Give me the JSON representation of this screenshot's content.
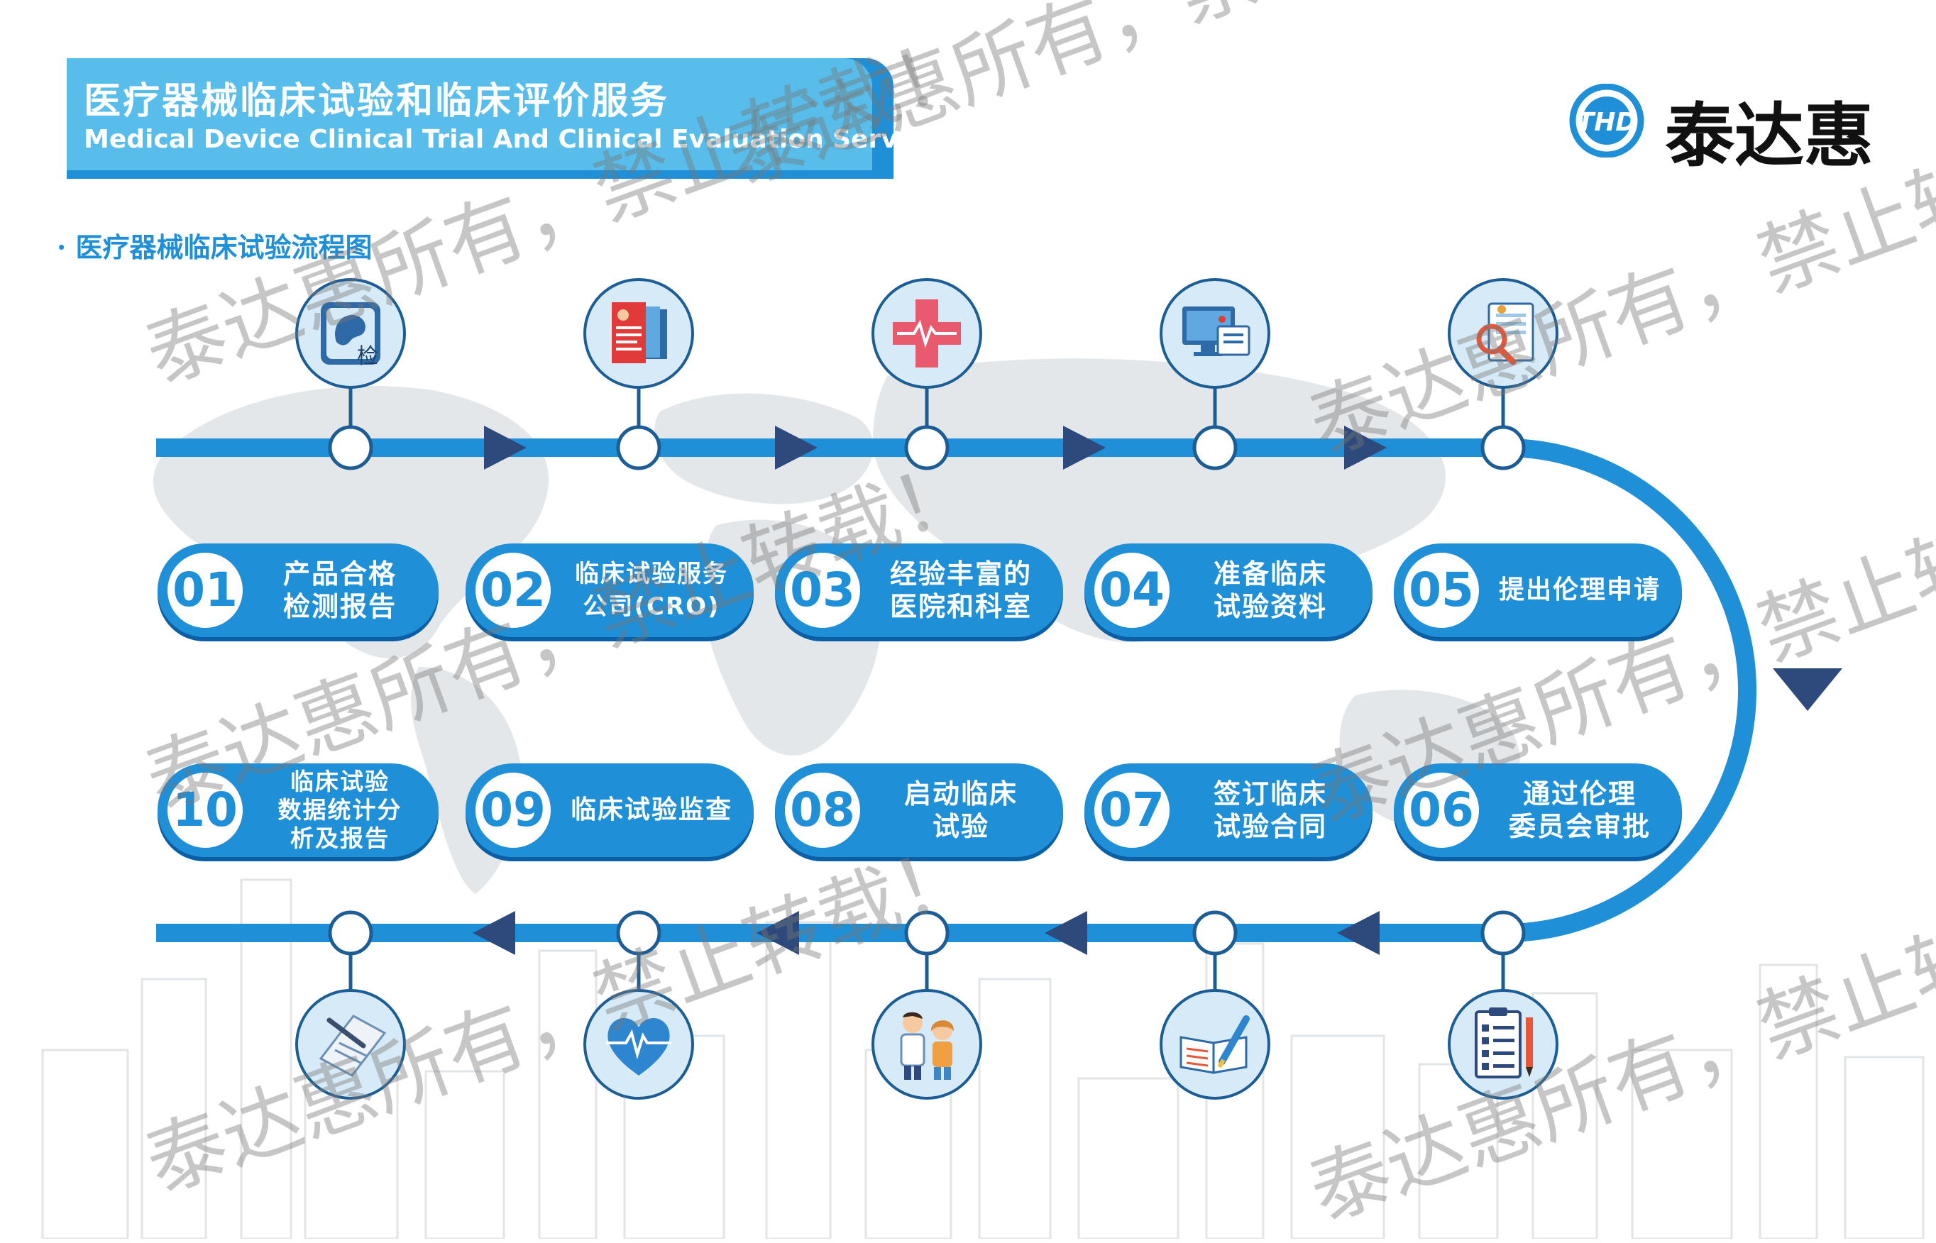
{
  "header": {
    "title_cn": "医疗器械临床试验和临床评价服务",
    "title_en": "Medical Device Clinical Trial And Clinical Evaluation Services"
  },
  "subtitle": "· 医疗器械临床试验流程图",
  "logo": {
    "text": "泰达惠",
    "mark_text": "THD",
    "icon": "thd-logo-icon"
  },
  "colors": {
    "primary": "#1f8fd8",
    "light": "#58bdea",
    "dark_navy": "#2e4a7d",
    "icon_bg": "#d7eaf7"
  },
  "steps": [
    {
      "num": "01",
      "label": "产品合格\n检测报告",
      "icon": "inspection-icon",
      "icon_text": "检"
    },
    {
      "num": "02",
      "label": "临床试验服务\n公司(CRO)",
      "icon": "cro-profile-icon"
    },
    {
      "num": "03",
      "label": "经验丰富的\n医院和科室",
      "icon": "medical-cross-icon"
    },
    {
      "num": "04",
      "label": "准备临床\n试验资料",
      "icon": "computer-documents-icon"
    },
    {
      "num": "05",
      "label": "提出伦理申请",
      "icon": "magnifier-document-icon"
    },
    {
      "num": "06",
      "label": "通过伦理\n委员会审批",
      "icon": "checklist-icon"
    },
    {
      "num": "07",
      "label": "签订临床\n试验合同",
      "icon": "book-pen-icon"
    },
    {
      "num": "08",
      "label": "启动临床\n试验",
      "icon": "doctor-patient-icon"
    },
    {
      "num": "09",
      "label": "临床试验监查",
      "icon": "heart-monitor-icon"
    },
    {
      "num": "10",
      "label": "临床试验\n数据统计分\n析及报告",
      "icon": "report-writing-icon"
    }
  ],
  "watermarks": [
    "泰达惠所有，禁止转载！",
    "泰达惠所有，禁止转载！",
    "泰达惠所有，禁止转载！",
    "泰达惠所有，禁止转载！",
    "泰达惠所有，禁止转载！",
    "泰达惠所有，禁止转载！",
    "泰达惠所有，禁止转载！"
  ]
}
